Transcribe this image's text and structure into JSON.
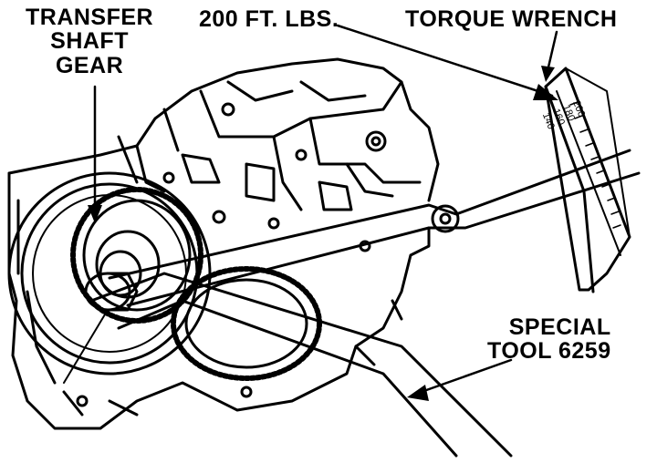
{
  "labels": {
    "transfer_shaft_gear": [
      "TRANSFER",
      "SHAFT",
      "GEAR"
    ],
    "torque_value": "200 FT. LBS.",
    "torque_wrench": "TORQUE WRENCH",
    "special_tool": [
      "SPECIAL",
      "TOOL 6259"
    ]
  },
  "dial_scale": [
    "200",
    "180",
    "160",
    "140"
  ],
  "colors": {
    "ink": "#000000",
    "paper": "#ffffff"
  }
}
